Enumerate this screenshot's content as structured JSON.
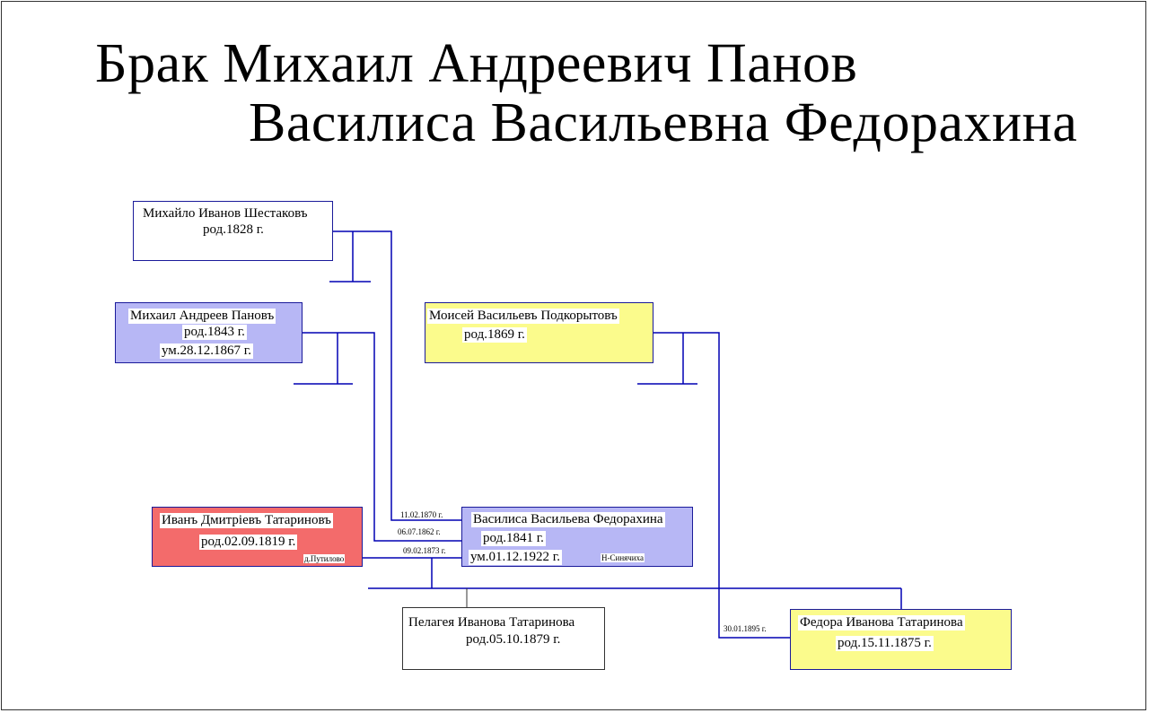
{
  "title": {
    "line1": "Брак  Михаил Андреевич Панов",
    "line2": "Василиса Васильевна Федорахина"
  },
  "colors": {
    "line": "#0000b4",
    "white_box": "#ffffff",
    "blue_box": "#b7b7f5",
    "yellow_box": "#fbfb8c",
    "red_box": "#f36b6b"
  },
  "persons": {
    "shestakov": {
      "name": "Михайло Иванов Шестаковъ",
      "born": "род.1828 г."
    },
    "panov": {
      "name": "Михаил Андреев Пановъ",
      "born": "род.1843 г.",
      "died": "ум.28.12.1867 г."
    },
    "podkorytov": {
      "name": "Моисей Васильевъ Подкорытовъ",
      "born": "род.1869 г."
    },
    "tatarinov": {
      "name": "Иванъ Дмитріевъ Татариновъ",
      "born": "род.02.09.1819 г.",
      "place": "д.Путилово"
    },
    "fedorakhina": {
      "name": "Василиса Васильева Федорахина",
      "born": "род.1841 г.",
      "died": "ум.01.12.1922 г.",
      "place": "Н-Синячиха"
    },
    "pelageya": {
      "name": "Пелагея Иванова Татаринова",
      "born": "род.05.10.1879 г."
    },
    "fedora": {
      "name": "Федора Иванова Татаринова",
      "born": "род.15.11.1875 г."
    }
  },
  "marriage_dates": {
    "shestakov": "11.02.1870 г.",
    "panov": "06.07.1862 г.",
    "tatarinov": "09.02.1873 г.",
    "fedora": "30.01.1895 г."
  }
}
